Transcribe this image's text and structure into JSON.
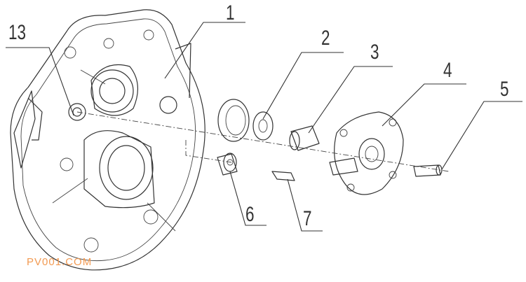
{
  "diagram": {
    "callouts": [
      "13",
      "1",
      "2",
      "3",
      "4",
      "5",
      "6",
      "7"
    ],
    "watermark": "PV001.COM"
  }
}
